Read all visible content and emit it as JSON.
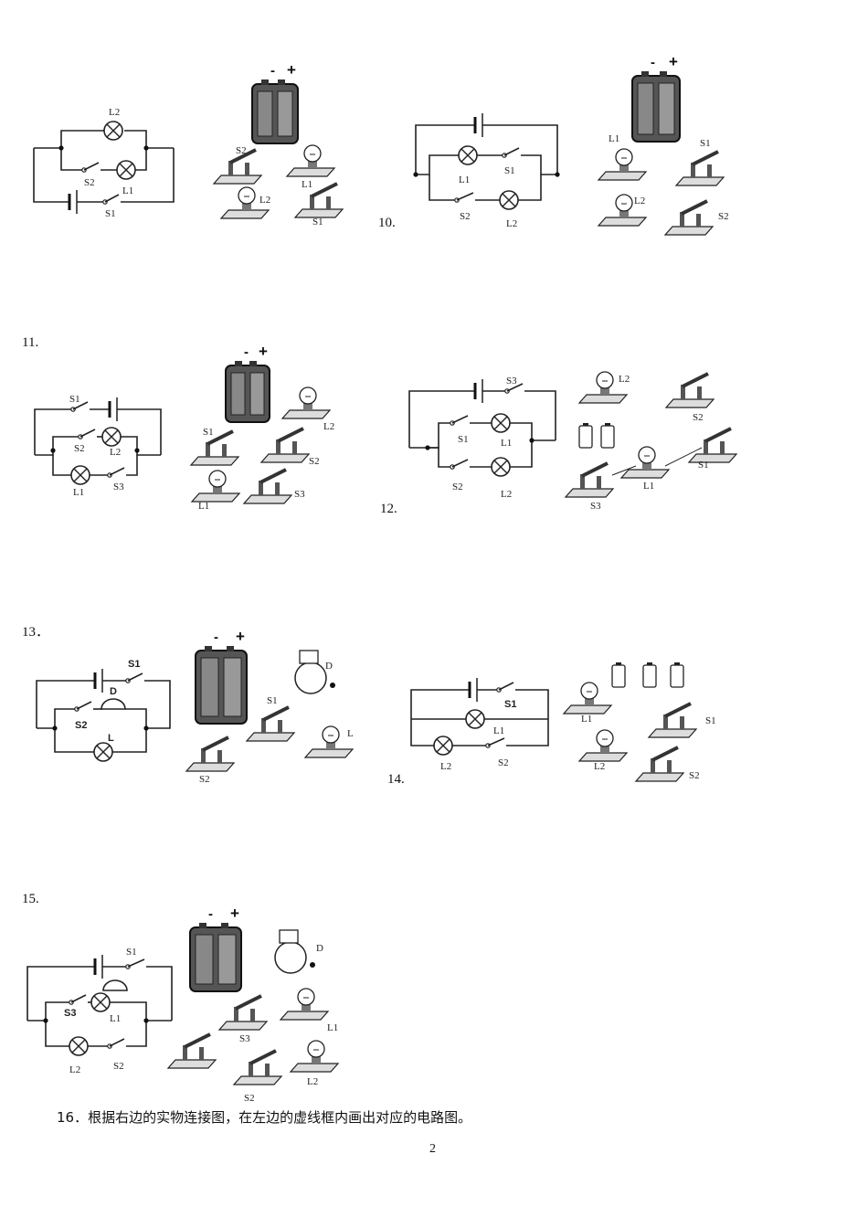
{
  "questions": {
    "q10": {
      "number": "10.",
      "circuit_labels": [
        "L2",
        "L1",
        "S1",
        "S2"
      ],
      "kit_labels": [
        "S2",
        "L1",
        "L2",
        "S1"
      ]
    },
    "q10b": {
      "circuit_labels": [
        "L1",
        "S1",
        "S2",
        "L2"
      ],
      "kit_labels": [
        "L1",
        "S1",
        "L2",
        "S2"
      ]
    },
    "q11": {
      "number": "11.",
      "circuit_labels": [
        "S1",
        "S2",
        "L2",
        "L1",
        "S3"
      ],
      "kit_labels": [
        "L2",
        "S1",
        "S2",
        "L1",
        "S3"
      ]
    },
    "q12": {
      "number": "12.",
      "circuit_labels": [
        "S3",
        "S1",
        "L1",
        "S2",
        "L2"
      ],
      "kit_labels": [
        "L2",
        "S2",
        "S1",
        "L1",
        "S3"
      ]
    },
    "q13": {
      "number": "13．",
      "circuit_labels": [
        "S1",
        "D",
        "S2",
        "L"
      ],
      "kit_labels": [
        "D",
        "S1",
        "L",
        "S2"
      ]
    },
    "q14": {
      "number": "14.",
      "circuit_labels": [
        "S1",
        "L1",
        "L2",
        "S2"
      ],
      "kit_labels": [
        "L1",
        "S1",
        "L2",
        "S2"
      ]
    },
    "q15": {
      "number": "15.",
      "circuit_labels": [
        "S1",
        "S3",
        "L1",
        "L2",
        "S2"
      ],
      "kit_labels": [
        "D",
        "S3",
        "L1",
        "S2",
        "L2"
      ]
    }
  },
  "battery_signs": {
    "minus": "-",
    "plus": "+"
  },
  "instruction": "16．根据右边的实物连接图，在左边的虚线框内画出对应的电路图。",
  "page_number": "2"
}
